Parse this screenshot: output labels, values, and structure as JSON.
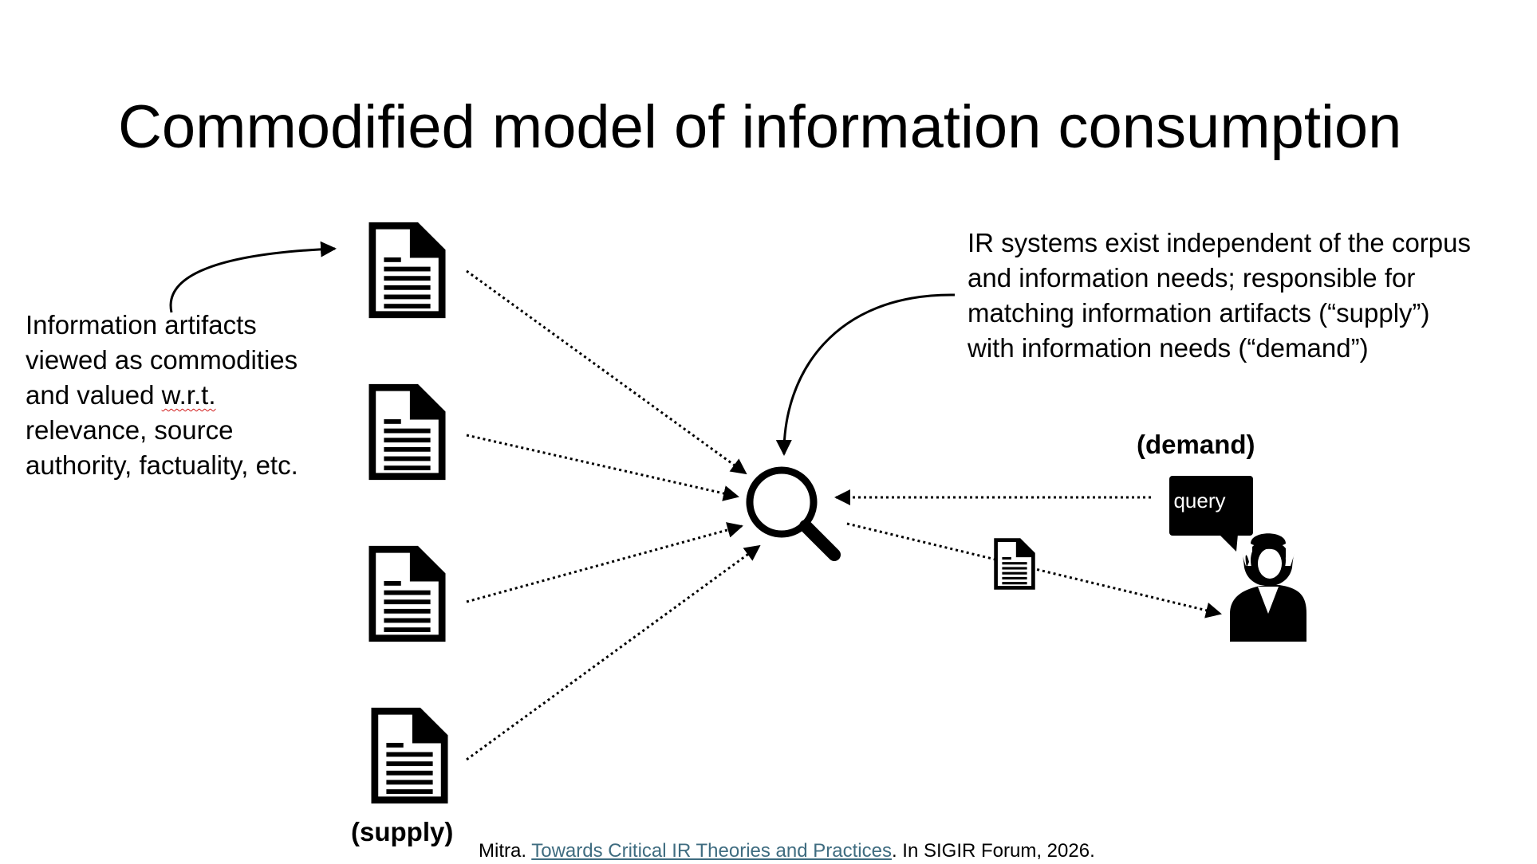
{
  "slide": {
    "title": "Commodified model of information consumption"
  },
  "annotations": {
    "artifacts_note": {
      "line1": "Information artifacts",
      "line2": "viewed as commodities",
      "line3_pre": "and valued ",
      "line3_abbrev": "w.r.t.",
      "line4": "relevance, source",
      "line5": "authority, factuality, etc."
    },
    "ir_systems_note": {
      "line1": "IR systems exist independent of the corpus",
      "line2": "and information needs; responsible for",
      "line3": "matching information artifacts (“supply”)",
      "line4": "with information needs (“demand”)"
    }
  },
  "labels": {
    "demand": "(demand)",
    "supply": "(supply)",
    "query": "query"
  },
  "citation": {
    "author": "Mitra. ",
    "link_text": "Towards Critical IR Theories and Practices",
    "suffix": ". In SIGIR Forum, 2026."
  },
  "icons": {
    "documents": [
      "document-icon",
      "document-icon",
      "document-icon",
      "document-icon"
    ],
    "result_document": "document-icon",
    "search": "magnifying-glass-icon",
    "speech_bubble": "speech-bubble-icon",
    "user": "user-icon"
  },
  "colors": {
    "ink": "#000000",
    "link": "#3f6c80",
    "spellcheck": "#d11a1a"
  }
}
